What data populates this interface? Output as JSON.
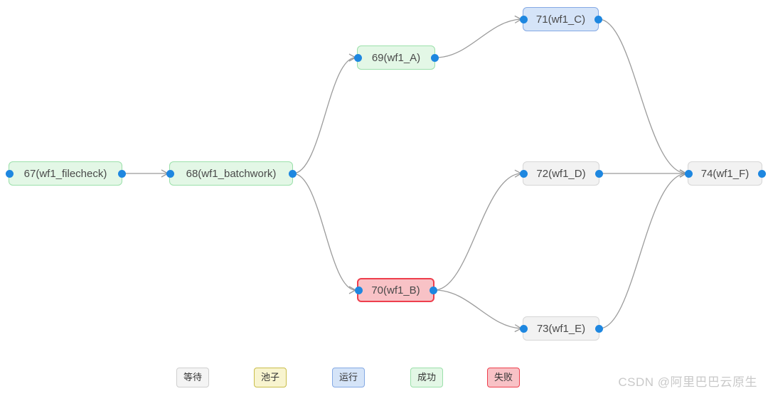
{
  "graph": {
    "nodes": [
      {
        "id": "67",
        "label": "67(wf1_filecheck)",
        "status": "success"
      },
      {
        "id": "68",
        "label": "68(wf1_batchwork)",
        "status": "success"
      },
      {
        "id": "69",
        "label": "69(wf1_A)",
        "status": "success"
      },
      {
        "id": "70",
        "label": "70(wf1_B)",
        "status": "failed"
      },
      {
        "id": "71",
        "label": "71(wf1_C)",
        "status": "running"
      },
      {
        "id": "72",
        "label": "72(wf1_D)",
        "status": "waiting"
      },
      {
        "id": "73",
        "label": "73(wf1_E)",
        "status": "waiting"
      },
      {
        "id": "74",
        "label": "74(wf1_F)",
        "status": "waiting"
      }
    ],
    "edges": [
      {
        "from": "67",
        "to": "68"
      },
      {
        "from": "68",
        "to": "69"
      },
      {
        "from": "68",
        "to": "70"
      },
      {
        "from": "69",
        "to": "71"
      },
      {
        "from": "70",
        "to": "72"
      },
      {
        "from": "70",
        "to": "73"
      },
      {
        "from": "71",
        "to": "74"
      },
      {
        "from": "72",
        "to": "74"
      },
      {
        "from": "73",
        "to": "74"
      }
    ]
  },
  "legend": {
    "items": [
      {
        "label": "等待",
        "status": "waiting"
      },
      {
        "label": "池子",
        "status": "pool"
      },
      {
        "label": "运行",
        "status": "running"
      },
      {
        "label": "成功",
        "status": "success"
      },
      {
        "label": "失败",
        "status": "failed"
      }
    ]
  },
  "watermark": "CSDN @阿里巴巴云原生",
  "colors": {
    "status": {
      "waiting": {
        "bg": "#f2f2f2",
        "border": "#d6d6d6"
      },
      "pool": {
        "bg": "#f8f4cf",
        "border": "#c9bd4a"
      },
      "running": {
        "bg": "#d5e4f8",
        "border": "#84a9e4"
      },
      "success": {
        "bg": "#e3f7e6",
        "border": "#9be0aa"
      },
      "failed": {
        "bg": "#f8c2c6",
        "border": "#ee3f4d"
      }
    },
    "port": "#1e87e0",
    "edge": "#9b9b9b"
  }
}
